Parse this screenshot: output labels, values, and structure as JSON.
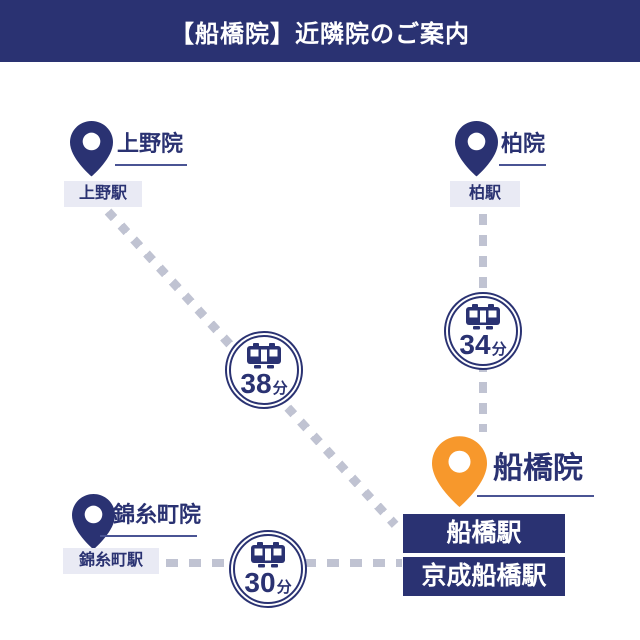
{
  "header": {
    "title": "【船橋院】近隣院のご案内"
  },
  "colors": {
    "navy": "#2A3272",
    "orange": "#F7982C",
    "station_label_bg": "#E9EAF4",
    "dash": "#C0C3D2",
    "underline": "#4A5494",
    "white": "#FFFFFF"
  },
  "icons": {
    "map_pin": "map-pin-icon",
    "train": "train-icon"
  },
  "clinics": [
    {
      "id": "ueno",
      "name": "上野院",
      "station": "上野駅",
      "pin": "navy"
    },
    {
      "id": "kashiwa",
      "name": "柏院",
      "station": "柏駅",
      "pin": "navy"
    },
    {
      "id": "kinshicho",
      "name": "錦糸町院",
      "station": "錦糸町駅",
      "pin": "navy"
    },
    {
      "id": "funabashi",
      "name": "船橋院",
      "stations": [
        "船橋駅",
        "京成船橋駅"
      ],
      "pin": "orange",
      "highlighted": true
    }
  ],
  "routes": [
    {
      "from": "上野駅",
      "to": "船橋駅",
      "duration": "38",
      "unit": "分"
    },
    {
      "from": "柏駅",
      "to": "船橋院",
      "duration": "34",
      "unit": "分"
    },
    {
      "from": "錦糸町駅",
      "to": "船橋駅",
      "duration": "30",
      "unit": "分"
    }
  ]
}
